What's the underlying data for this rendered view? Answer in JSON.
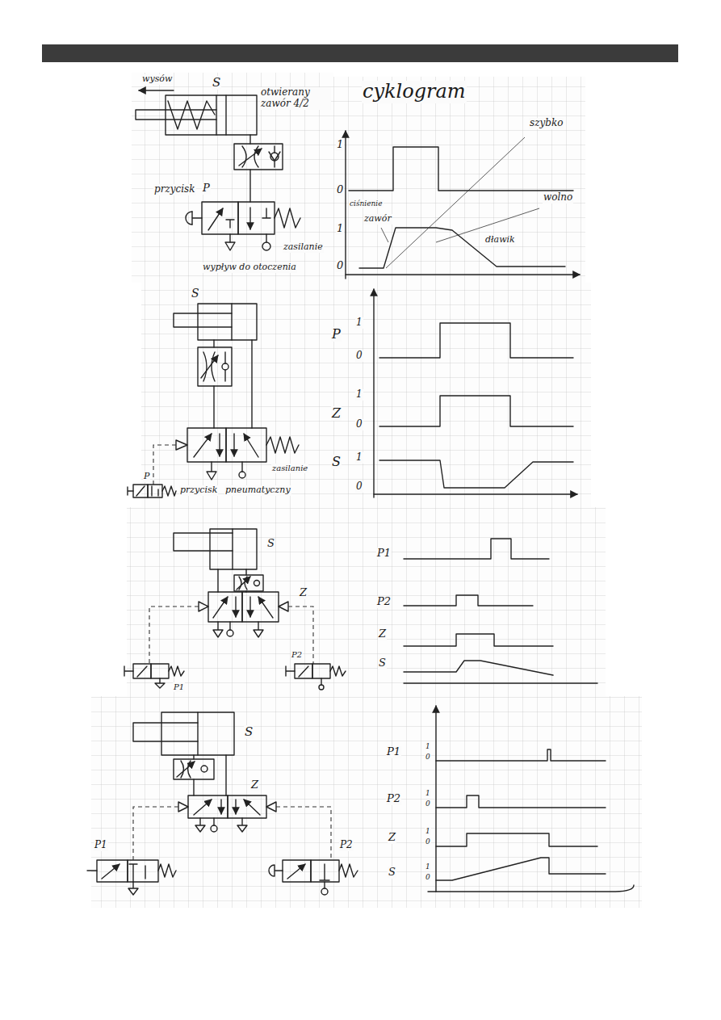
{
  "diagram": {
    "nodes": [
      {
        "text": [
          "wysów",
          "S",
          "otwierany zawór 4/2",
          "przycisk",
          "P",
          "zasilanie",
          "wypływ do otoczenia"
        ]
      },
      {
        "text": [
          "cyklogram",
          "1",
          "0",
          "ciśnienie",
          "1",
          "0",
          "szybko",
          "wolno",
          "zawór",
          "dławik"
        ]
      },
      {
        "text": [
          "S",
          "P",
          "przycisk",
          "pneumatyczny",
          "zasilanie"
        ]
      },
      {
        "text": [
          "P",
          "1",
          "0",
          "Z",
          "1",
          "0",
          "S",
          "1",
          "0"
        ]
      },
      {
        "text": [
          "S",
          "Z",
          "P1",
          "P2"
        ]
      },
      {
        "text": [
          "P1",
          "P2",
          "Z",
          "S"
        ]
      },
      {
        "text": [
          "S",
          "Z",
          "P1",
          "P2"
        ]
      },
      {
        "text": [
          "P1",
          "1",
          "0",
          "P2",
          "1",
          "0",
          "Z",
          "1",
          "0",
          "S",
          "1",
          "0"
        ]
      }
    ]
  }
}
